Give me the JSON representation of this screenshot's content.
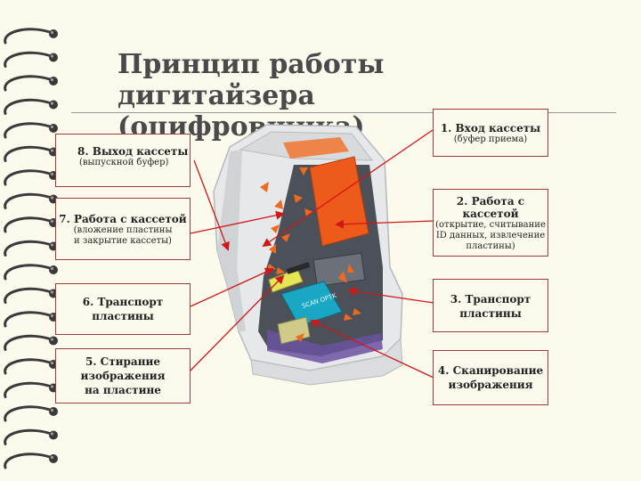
{
  "title": {
    "line1": "Принцип работы дигитайзера",
    "line2": "(оцифровщика)"
  },
  "labels": {
    "b1": {
      "head": "1. Вход кассеты",
      "sub": "(буфер приема)"
    },
    "b2": {
      "head": "2. Работа с кассетой",
      "sub1": "(открытие, считывание",
      "sub2": "ID данных, извлечение",
      "sub3": "пластины)"
    },
    "b3": {
      "line1": "3. Транспорт",
      "line2": "пластины"
    },
    "b4": {
      "line1": "4. Сканирование",
      "line2": "изображения"
    },
    "b5": {
      "line1": "5. Стирание",
      "line2": "изображения",
      "line3": "на пластине"
    },
    "b6": {
      "line1": "6. Транспорт",
      "line2": "пластины"
    },
    "b7": {
      "head": "7. Работа с кассетой",
      "sub1": "(вложение пластины",
      "sub2": "и закрытие кассеты)"
    },
    "b8": {
      "head": "8. Выход кассеты",
      "sub": "(выпускной буфер)"
    }
  },
  "device": {
    "scanner_text": "SCAN OPTK"
  },
  "colors": {
    "arrow": "#d01818",
    "box_border": "#a33a3a",
    "orange": "#ee5a1a",
    "blue": "#1aa7c4",
    "yellow": "#e6e655"
  }
}
